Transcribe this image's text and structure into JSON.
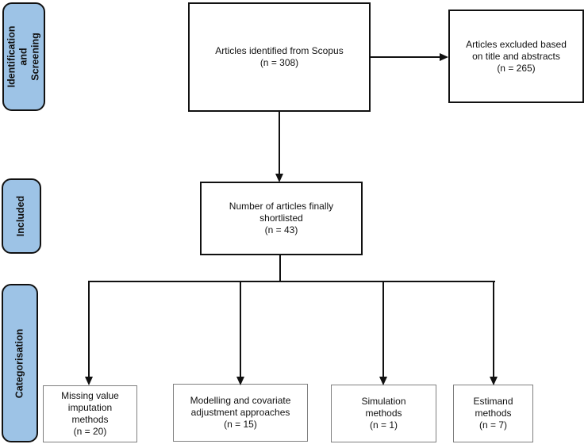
{
  "colors": {
    "background": "#ffffff",
    "stage_fill": "#9dc3e6",
    "line": "#111111",
    "box_border_gray": "#7f7f7f"
  },
  "stages": [
    {
      "label": "Identification\nand Screening"
    },
    {
      "label": "Included"
    },
    {
      "label": "Categorisation"
    }
  ],
  "nodes": {
    "identified": "Articles identified from Scopus\n(n = 308)",
    "excluded": "Articles excluded based\non title and abstracts\n(n = 265)",
    "shortlisted": "Number of articles finally\nshortlisted\n(n = 43)",
    "missing_value": "Missing value\nimputation\nmethods\n(n = 20)",
    "modelling": "Modelling and covariate\nadjustment approaches\n(n = 15)",
    "simulation": "Simulation\nmethods\n(n = 1)",
    "estimand": "Estimand\nmethods\n(n = 7)"
  }
}
